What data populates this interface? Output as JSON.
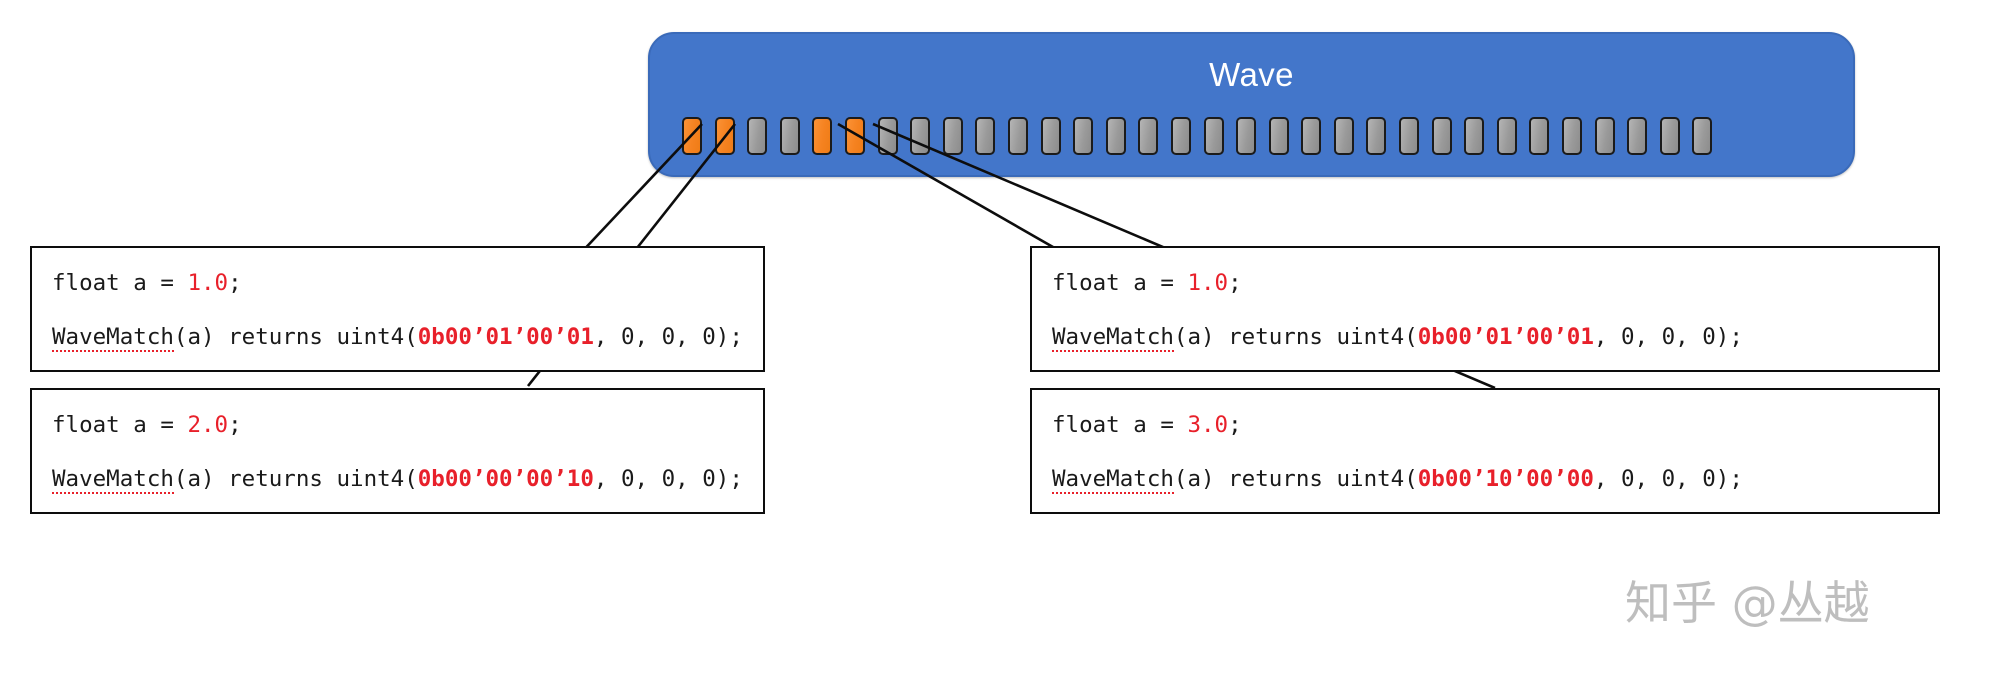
{
  "wave": {
    "title": "Wave",
    "lane_count": 32,
    "active_lanes": [
      0,
      1,
      4,
      5
    ],
    "active_color": "#f58220",
    "inactive_color": "#9a9a9a",
    "block_color": "#4376ca"
  },
  "boxes": {
    "top_left": {
      "decl_prefix": "float a = ",
      "decl_value": "1.0",
      "decl_suffix": ";",
      "call_name": "WaveMatch",
      "call_mid": "(a) returns uint4(",
      "call_bits": "0b00’01’00’01",
      "call_tail": ", 0, 0, 0);"
    },
    "bottom_left": {
      "decl_prefix": "float a = ",
      "decl_value": "2.0",
      "decl_suffix": ";",
      "call_name": "WaveMatch",
      "call_mid": "(a) returns uint4(",
      "call_bits": "0b00’00’00’10",
      "call_tail": ", 0, 0, 0);"
    },
    "top_right": {
      "decl_prefix": "float a = ",
      "decl_value": "1.0",
      "decl_suffix": ";",
      "call_name": "WaveMatch",
      "call_mid": "(a) returns uint4(",
      "call_bits": "0b00’01’00’01",
      "call_tail": ", 0, 0, 0);"
    },
    "bottom_right": {
      "decl_prefix": "float a = ",
      "decl_value": "3.0",
      "decl_suffix": ";",
      "call_name": "WaveMatch",
      "call_mid": "(a) returns uint4(",
      "call_bits": "0b00’10’00’00",
      "call_tail": ", 0, 0, 0);"
    }
  },
  "watermark": {
    "text": "知乎 @丛越"
  }
}
